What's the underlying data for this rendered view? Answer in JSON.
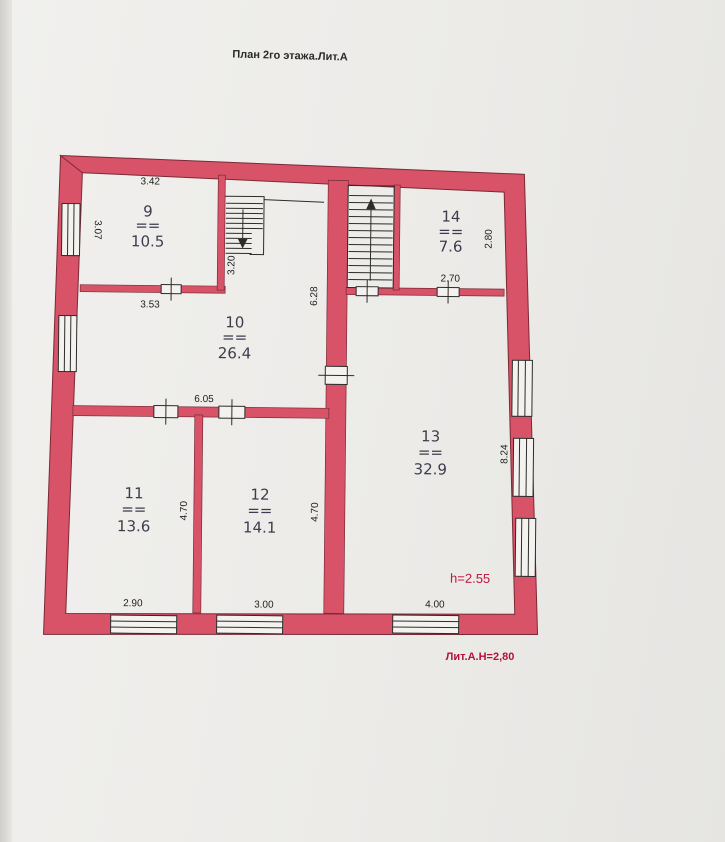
{
  "title": "План 2го этажа.Лит.А",
  "colors": {
    "wall": "#d85268",
    "wall_stroke": "#7a2a36",
    "text": "#3b3d4c",
    "note": "#c2143c"
  },
  "rooms": [
    {
      "number": "9",
      "area": "10.5"
    },
    {
      "number": "10",
      "area": "26.4"
    },
    {
      "number": "11",
      "area": "13.6"
    },
    {
      "number": "12",
      "area": "14.1"
    },
    {
      "number": "13",
      "area": "32.9"
    },
    {
      "number": "14",
      "area": "7.6"
    }
  ],
  "dimensions": {
    "r9_width": "3.42",
    "r9_height": "3.07",
    "r9_bottom": "3.53",
    "stair_left": "3.20",
    "r10_right": "6.28",
    "r10_width": "6.05",
    "r14_height": "2.80",
    "r14_width": "2.70",
    "r13_height": "8.24",
    "r11_height": "4.70",
    "r12_height": "4.70",
    "r11_width": "2.90",
    "r12_width": "3.00",
    "r13_width": "4.00"
  },
  "notes": {
    "ceiling": "h=2.55",
    "lit": "Лит.А.Н=2,80"
  }
}
